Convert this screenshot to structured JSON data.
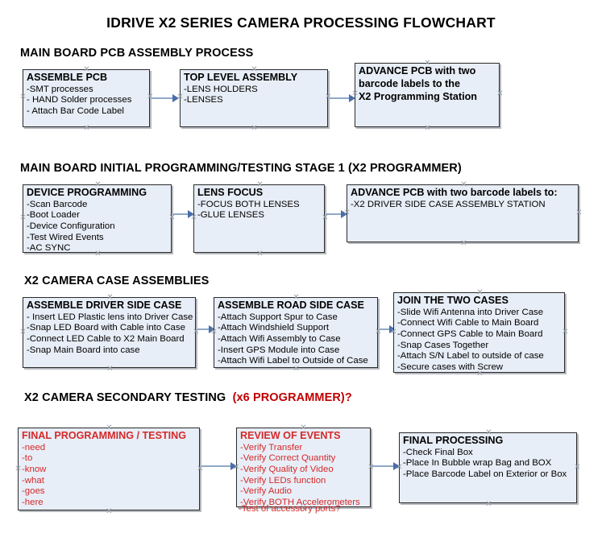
{
  "document": {
    "title": "IDRIVE X2  SERIES CAMERA PROCESSING FLOWCHART"
  },
  "colors": {
    "box_fill": "#e8eef7",
    "box_border": "#2b2b2b",
    "connector": "#8fa8c8",
    "arrow": "#4a6ea9",
    "accent_red": "#c00000",
    "box_text_red": "#d42a2a",
    "text": "#000000",
    "background": "#ffffff"
  },
  "sections": [
    {
      "id": "main-board-pcb-assembly",
      "heading": "MAIN BOARD PCB ASSEMBLY PROCESS",
      "heading_accent": "",
      "boxes": [
        {
          "id": "assemble-pcb",
          "title": "ASSEMBLE PCB",
          "lines": [
            "-SMT processes",
            "- HAND Solder processes",
            "- Attach Bar Code Label"
          ]
        },
        {
          "id": "top-level-assembly",
          "title": "TOP LEVEL ASSEMBLY",
          "lines": [
            "-LENS HOLDERS",
            "-LENSES"
          ]
        },
        {
          "id": "advance-pcb-x2-programming-station",
          "title": "ADVANCE PCB with two\nbarcode labels to the\n X2 Programming Station",
          "title_l1": "ADVANCE PCB with two",
          "title_l2": "barcode labels to the",
          "title_l3": " X2 Programming Station",
          "lines": []
        }
      ]
    },
    {
      "id": "main-board-initial-programming",
      "heading": "MAIN BOARD INITIAL PROGRAMMING/TESTING STAGE 1 (X2 PROGRAMMER)",
      "heading_accent": "",
      "boxes": [
        {
          "id": "device-programming",
          "title": "DEVICE PROGRAMMING",
          "lines": [
            "-Scan Barcode",
            "-Boot Loader",
            "-Device Configuration",
            "-Test Wired Events",
            "-AC SYNC"
          ]
        },
        {
          "id": "lens-focus",
          "title": "LENS FOCUS",
          "lines": [
            "-FOCUS BOTH LENSES",
            "-GLUE LENSES"
          ]
        },
        {
          "id": "advance-pcb-driver-side-case",
          "title": "ADVANCE PCB with two barcode labels to:",
          "lines": [
            "-X2 DRIVER  SIDE  CASE  ASSEMBLY STATION"
          ]
        }
      ]
    },
    {
      "id": "x2-camera-case-assemblies",
      "heading": "X2 CAMERA CASE ASSEMBLIES",
      "heading_accent": "",
      "boxes": [
        {
          "id": "assemble-driver-side-case",
          "title": "ASSEMBLE DRIVER SIDE CASE",
          "lines": [
            "- Insert LED Plastic lens into Driver Case",
            "-Snap LED Board with Cable into Case",
            "-Connect LED Cable to X2 Main Board",
            "-Snap Main Board into case"
          ]
        },
        {
          "id": "assemble-road-side-case",
          "title": "ASSEMBLE ROAD SIDE CASE",
          "lines": [
            "-Attach Support Spur to Case",
            "-Attach Windshield Support",
            "-Attach Wifi Assembly to Case",
            "-Insert GPS Module into Case",
            "-Attach Wifi Label to Outside of Case"
          ]
        },
        {
          "id": "join-the-two-cases",
          "title": "JOIN THE TWO CASES",
          "lines": [
            "-Slide Wifi Antenna into Driver Case",
            "-Connect Wifi Cable to Main Board",
            "-Connect GPS Cable to Main Board",
            "-Snap Cases Together",
            "-Attach S/N Label to outside of case",
            "-Secure cases with Screw"
          ]
        }
      ]
    },
    {
      "id": "x2-camera-secondary-testing",
      "heading": "X2 CAMERA SECONDARY TESTING",
      "heading_accent": "(x6 PROGRAMMER)?",
      "boxes": [
        {
          "id": "final-programming-testing",
          "title": "FINAL PROGRAMMING / TESTING",
          "lines": [
            "-need",
            "-to",
            "-know",
            "-what",
            "-goes",
            "-here"
          ]
        },
        {
          "id": "review-of-events",
          "title": "REVIEW OF EVENTS",
          "lines": [
            "-Verify Transfer",
            "-Verify Correct Quantity",
            "-Verify Quality of Video",
            "-Verify LEDs function",
            "-Verify Audio",
            "-Verify BOTH Accelerometers"
          ],
          "overflow_line": "-Test of accessory ports?"
        },
        {
          "id": "final-processing",
          "title": "FINAL PROCESSING",
          "lines": [
            " -Check Final Box",
            "-Place In Bubble wrap Bag and BOX",
            "-Place Barcode Label on Exterior or Box"
          ]
        }
      ]
    }
  ]
}
